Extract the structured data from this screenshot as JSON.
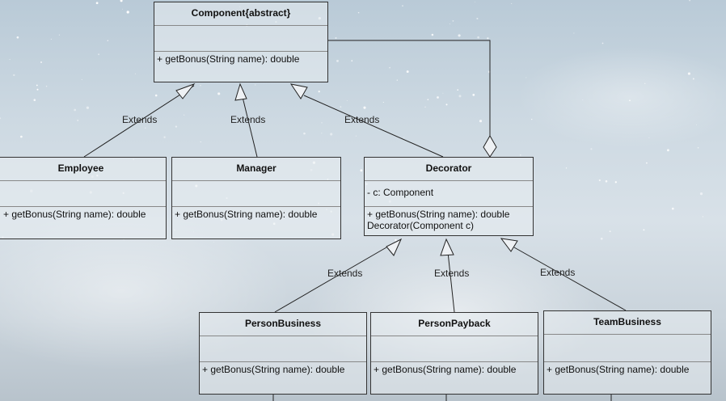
{
  "classes": {
    "component": {
      "name": "Component{abstract}",
      "attributes": [],
      "methods": [
        "+ getBonus(String name): double"
      ]
    },
    "employee": {
      "name": "Employee",
      "attributes": [],
      "methods": [
        "+ getBonus(String name): double"
      ]
    },
    "manager": {
      "name": "Manager",
      "attributes": [],
      "methods": [
        "+ getBonus(String name): double"
      ]
    },
    "decorator": {
      "name": "Decorator",
      "attributes": [
        "- c: Component"
      ],
      "methods": [
        "+ getBonus(String name): double",
        "Decorator(Component c)"
      ]
    },
    "person_business": {
      "name": "PersonBusiness",
      "attributes": [],
      "methods": [
        "+ getBonus(String name): double"
      ]
    },
    "person_payback": {
      "name": "PersonPayback",
      "attributes": [],
      "methods": [
        "+ getBonus(String name): double"
      ]
    },
    "team_business": {
      "name": "TeamBusiness",
      "attributes": [],
      "methods": [
        "+ getBonus(String name): double"
      ]
    }
  },
  "relations": {
    "employee_extends": "Extends",
    "manager_extends": "Extends",
    "decorator_extends": "Extends",
    "person_business_extends": "Extends",
    "person_payback_extends": "Extends",
    "team_business_extends": "Extends"
  }
}
